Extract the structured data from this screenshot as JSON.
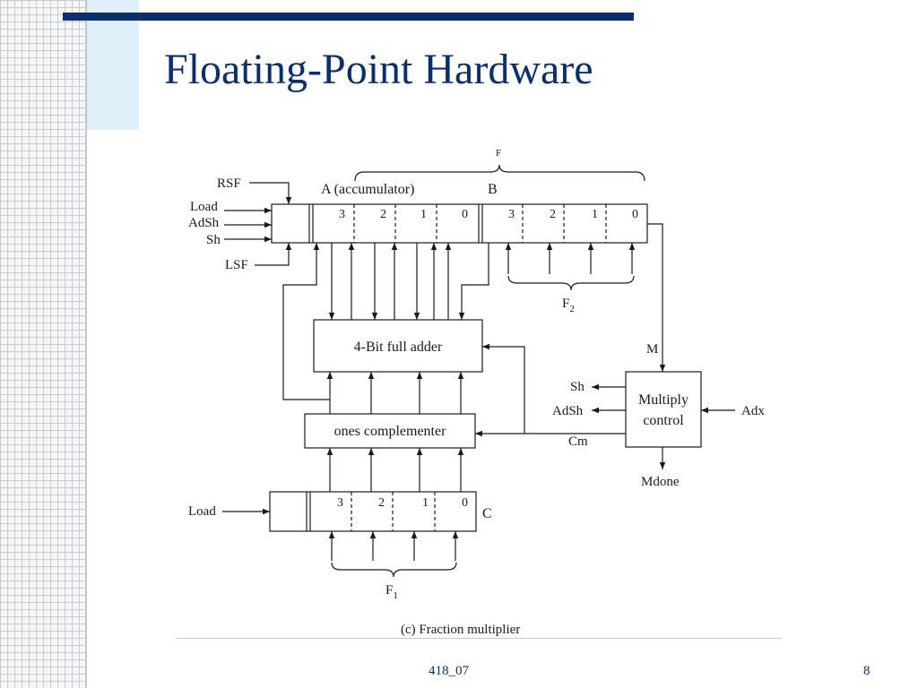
{
  "slide": {
    "title": "Floating-Point Hardware",
    "footer_left": "418_07",
    "page_number": "8"
  },
  "colors": {
    "title": "#0a2f6b",
    "accent_bar": "#0a2f6b",
    "accent_block": "#dff0fb"
  },
  "diagram": {
    "caption": "(c) Fraction multiplier",
    "registers": {
      "a_label": "A (accumulator)",
      "b_label": "B",
      "c_label": "C",
      "a_bits": [
        "3",
        "2",
        "1",
        "0"
      ],
      "b_bits": [
        "3",
        "2",
        "1",
        "0"
      ],
      "c_bits": [
        "3",
        "2",
        "1",
        "0"
      ]
    },
    "inputs": {
      "rsf": "RSF",
      "load": "Load",
      "adsh": "AdSh",
      "sh": "Sh",
      "lsf": "LSF",
      "load_c": "Load"
    },
    "buses": {
      "f": "F",
      "f2_main": "F",
      "f2_sub": "2",
      "f1_main": "F",
      "f1_sub": "1"
    },
    "blocks": {
      "adder": "4-Bit full adder",
      "complementer": "ones complementer",
      "control_line1": "Multiply",
      "control_line2": "control"
    },
    "signals": {
      "m": "M",
      "sh_out": "Sh",
      "adsh_out": "AdSh",
      "cm": "Cm",
      "adx": "Adx",
      "mdone": "Mdone"
    }
  }
}
